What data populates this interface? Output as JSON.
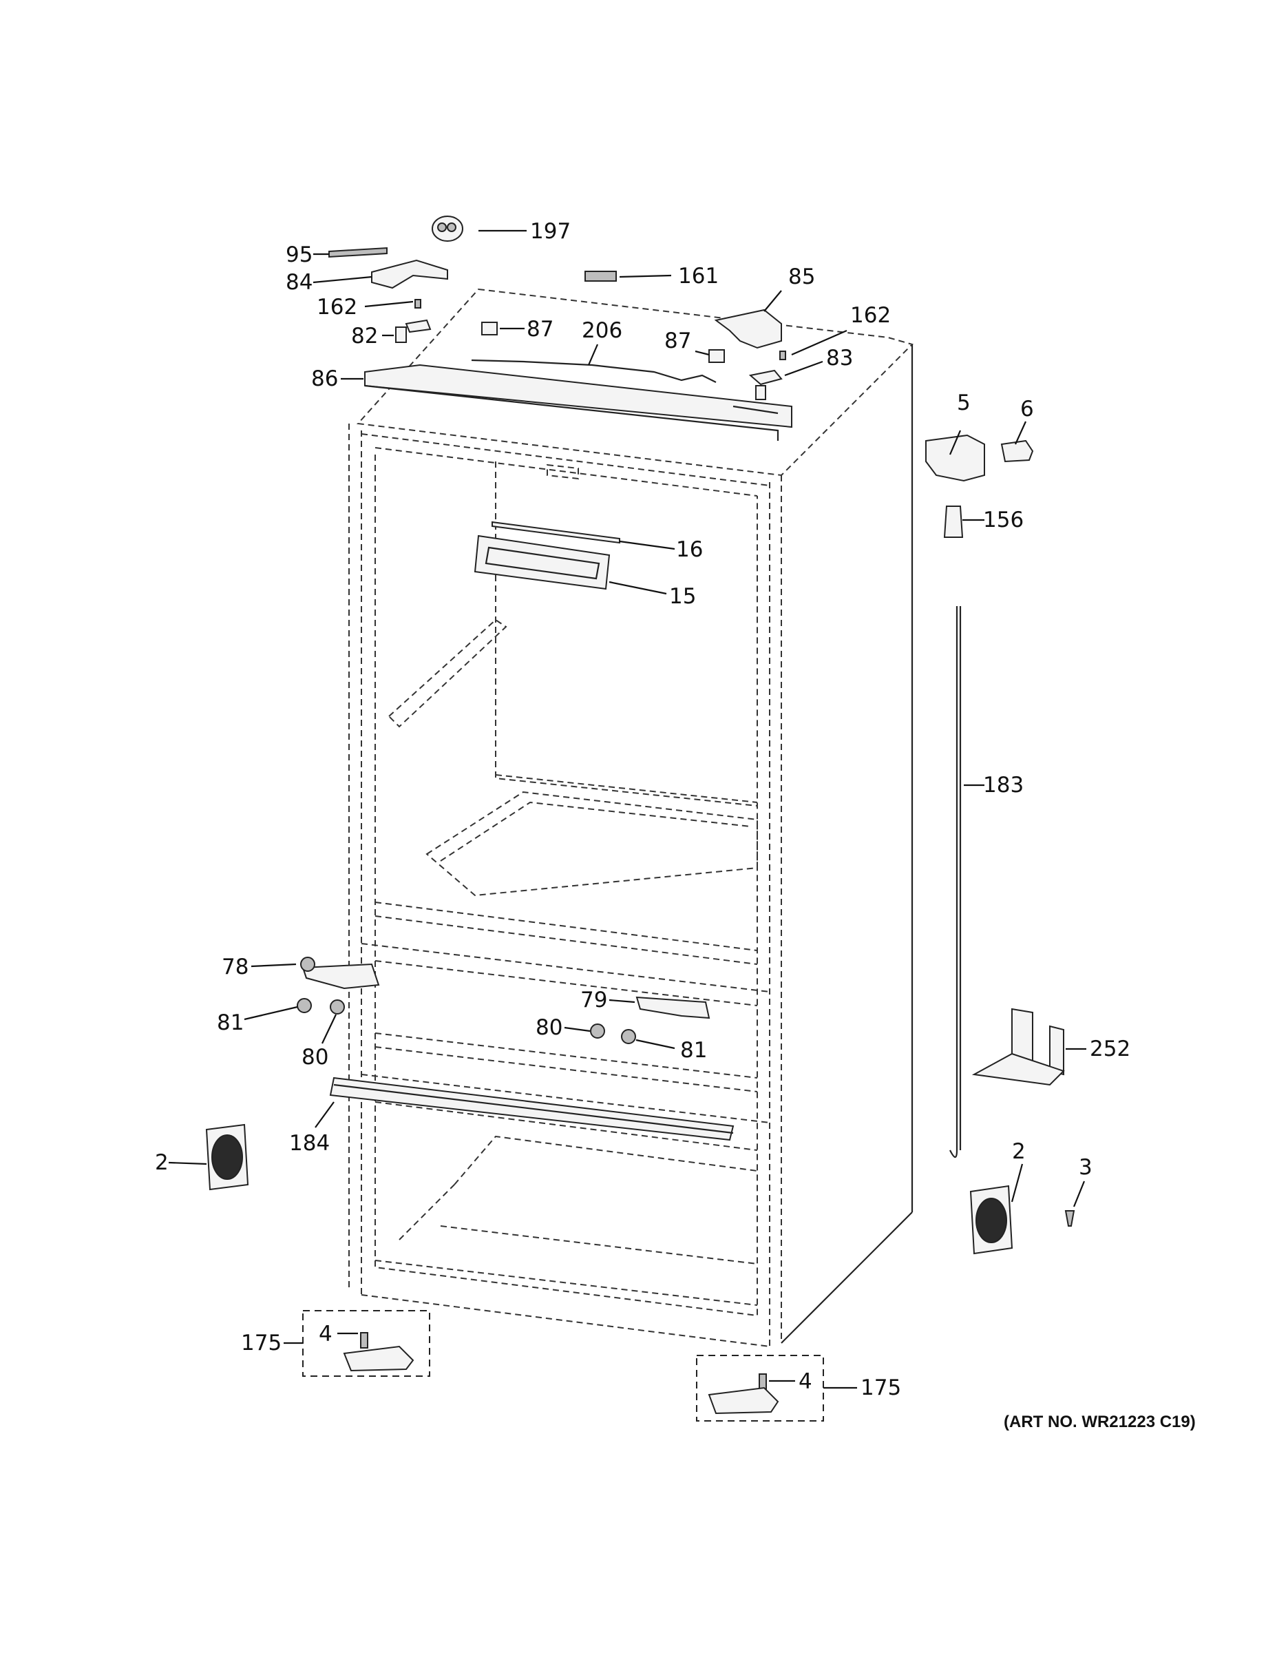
{
  "labels": {
    "l197": "197",
    "l95": "95",
    "l84": "84",
    "l161": "161",
    "l85": "85",
    "l162a": "162",
    "l162b": "162",
    "l82": "82",
    "l87a": "87",
    "l206": "206",
    "l87b": "87",
    "l83": "83",
    "l86": "86",
    "l5": "5",
    "l6": "6",
    "l156": "156",
    "l16": "16",
    "l15": "15",
    "l183": "183",
    "l78": "78",
    "l79": "79",
    "l81a": "81",
    "l80a": "80",
    "l80b": "80",
    "l81b": "81",
    "l252": "252",
    "l184": "184",
    "l2a": "2",
    "l2b": "2",
    "l3": "3",
    "l4a": "4",
    "l175a": "175",
    "l4b": "4",
    "l175b": "175"
  },
  "art_number": "(ART NO. WR21223 C19)"
}
